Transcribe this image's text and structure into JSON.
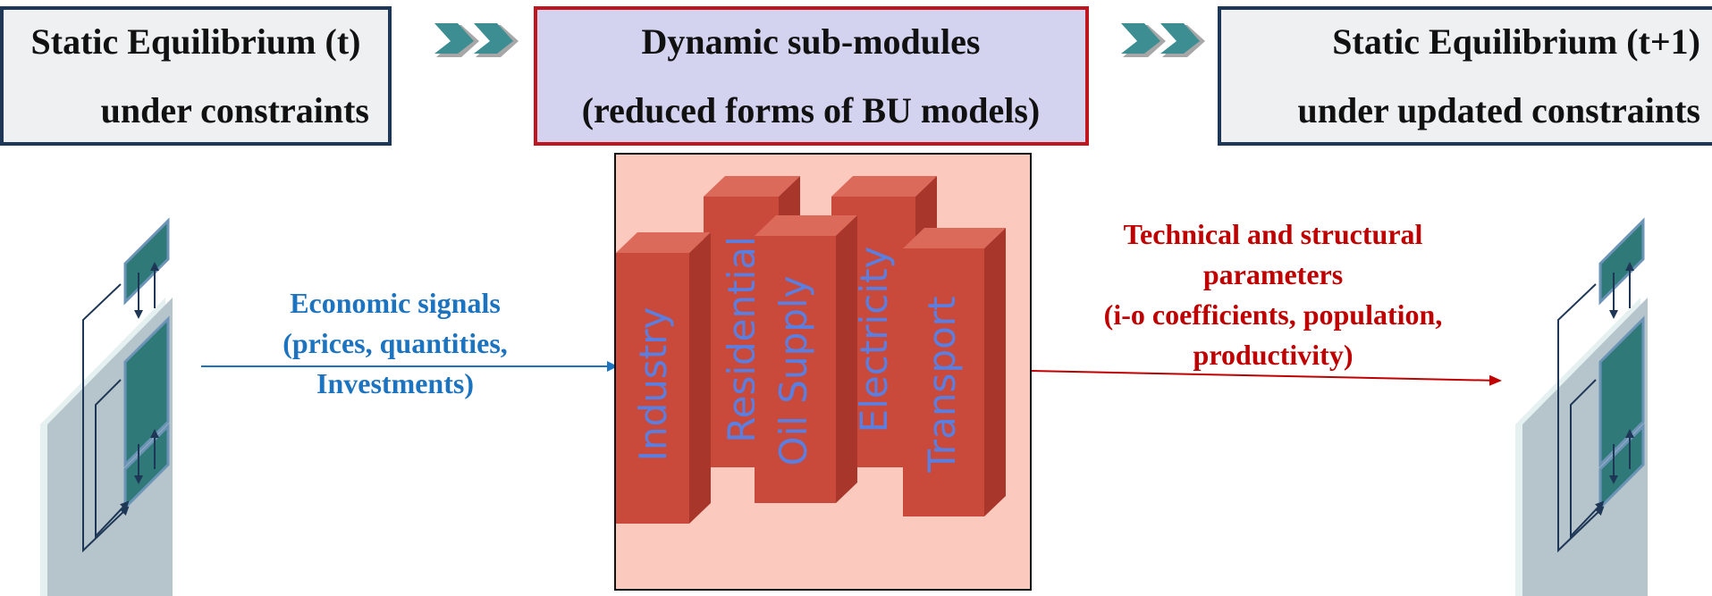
{
  "boxes": {
    "left": {
      "line1": "Static Equilibrium (t)",
      "line2": "under constraints"
    },
    "center": {
      "line1": "Dynamic sub-modules",
      "line2": "(reduced forms of BU models)"
    },
    "right": {
      "line1": "Static Equilibrium (t+1)",
      "line2": "under updated  constraints"
    }
  },
  "economic_signals": {
    "line1": "Economic signals",
    "line2": "(prices, quantities,",
    "line3": "Investments)"
  },
  "technical_parameters": {
    "line1": "Technical and structural",
    "line2": "parameters",
    "line3": "(i-o coefficients, population,",
    "line4": "productivity)"
  },
  "modules": [
    "Industry",
    "Residential",
    "Oil Supply",
    "Electricity",
    "Transport"
  ],
  "colors": {
    "equilibrium_box_fill": "#eef0f1",
    "equilibrium_box_border": "#1f3756",
    "dynamic_box_fill": "#d3d2ef",
    "dynamic_box_border": "#c0141e",
    "modules_panel_fill": "#fbc9bd",
    "bar_front": "#c9493b",
    "bar_top": "#dc6a5a",
    "bar_side": "#a8362b",
    "bar_label": "#5b7fe0",
    "economic_signals_text": "#1c73c0",
    "technical_text": "#c00000",
    "chevron_teal": "#3d8e93",
    "chevron_gray": "#a7a7a7",
    "matrix_block": "#2f7a78",
    "matrix_panel": "#b6c5cb"
  }
}
